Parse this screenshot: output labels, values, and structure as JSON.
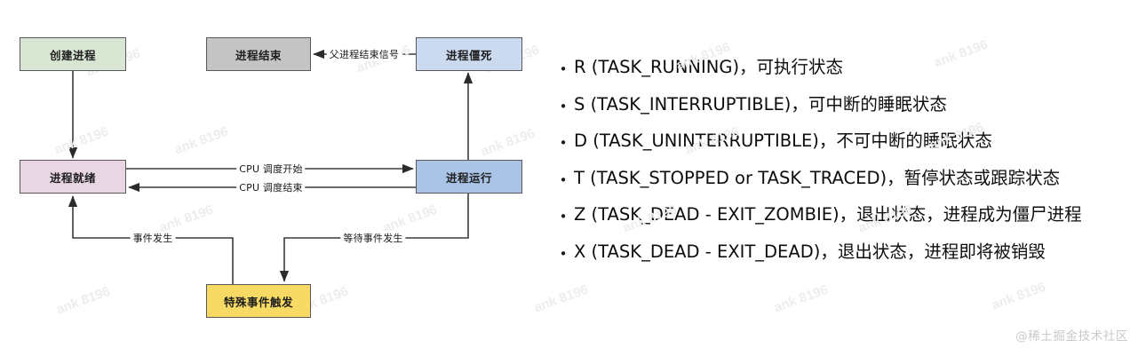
{
  "diagram": {
    "title": "Linux process state transition diagram",
    "nodes": [
      {
        "id": "create",
        "label": "创建进程",
        "color": "#d9e6d4"
      },
      {
        "id": "end",
        "label": "进程结束",
        "color": "#c4c4c4"
      },
      {
        "id": "zombie",
        "label": "进程僵死",
        "color": "#ccdaf0"
      },
      {
        "id": "ready",
        "label": "进程就绪",
        "color": "#e8d6e2"
      },
      {
        "id": "running",
        "label": "进程运行",
        "color": "#aac4e8"
      },
      {
        "id": "event",
        "label": "特殊事件触发",
        "color": "#f7da63"
      }
    ],
    "edges": [
      {
        "id": "parent-signal",
        "label": "父进程结束信号",
        "from": "zombie",
        "to": "end"
      },
      {
        "id": "sched-start",
        "label": "CPU 调度开始",
        "from": "ready",
        "to": "running"
      },
      {
        "id": "sched-end",
        "label": "CPU 调度结束",
        "from": "running",
        "to": "ready"
      },
      {
        "id": "event-occur",
        "label": "事件发生",
        "from": "event",
        "to": "ready"
      },
      {
        "id": "wait-event",
        "label": "等待事件发生",
        "from": "running",
        "to": "event"
      },
      {
        "id": "create-ready",
        "label": "",
        "from": "create",
        "to": "ready"
      },
      {
        "id": "run-zombie",
        "label": "",
        "from": "running",
        "to": "zombie"
      }
    ],
    "stroke_color": "#3a3a3a"
  },
  "states": {
    "bullet_glyph": "•",
    "items": [
      {
        "code": "R",
        "text": "R (TASK_RUNNING)，可执行状态"
      },
      {
        "code": "S",
        "text": "S (TASK_INTERRUPTIBLE)，可中断的睡眠状态"
      },
      {
        "code": "D",
        "text": "D (TASK_UNINTERRUPTIBLE)，不可中断的睡眠状态"
      },
      {
        "code": "T",
        "text": "T (TASK_STOPPED or TASK_TRACED)，暂停状态或跟踪状态"
      },
      {
        "code": "Z",
        "text": "Z (TASK_DEAD - EXIT_ZOMBIE)，退出状态，进程成为僵尸进程"
      },
      {
        "code": "X",
        "text": "X (TASK_DEAD - EXIT_DEAD)，退出状态，进程即将被销毁"
      }
    ]
  },
  "watermarks": {
    "tile_text": "ank 8196",
    "brand": "@稀土掘金技术社区"
  }
}
